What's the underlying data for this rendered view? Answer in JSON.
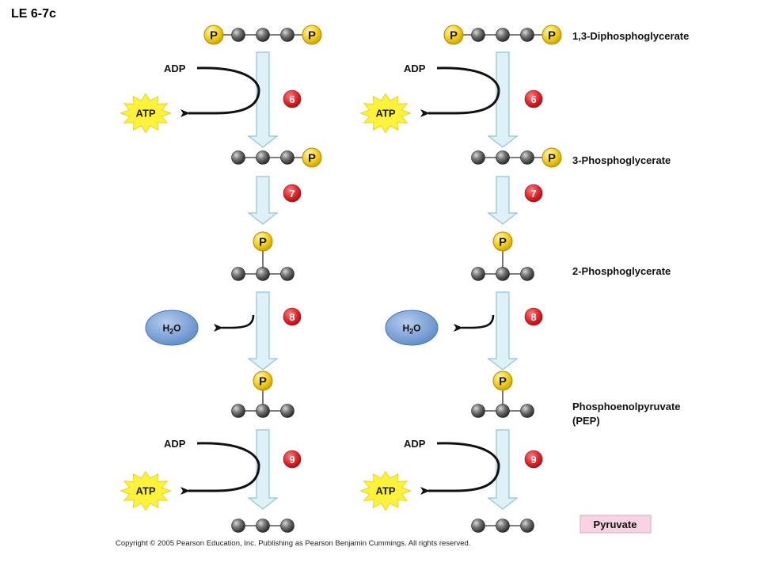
{
  "title": "LE 6-7c",
  "compounds": {
    "c1": "1,3-Diphosphoglycerate",
    "c2": "3-Phosphoglycerate",
    "c3": "2-Phosphoglycerate",
    "c4_line1": "Phosphoenolpyruvate",
    "c4_line2": "(PEP)",
    "c5": "Pyruvate"
  },
  "cofactors": {
    "adp": "ADP",
    "atp": "ATP",
    "h2o": "H",
    "h2o_sub": "2",
    "h2o_end": "O"
  },
  "phosphate_label": "P",
  "steps": [
    "6",
    "7",
    "8",
    "9"
  ],
  "copyright": "Copyright © 2005 Pearson Education, Inc. Publishing as Pearson Benjamin Cummings. All rights reserved.",
  "colors": {
    "phosphate": "#f7d21c",
    "carbon": "#555555",
    "arrow_fill": "#dff1f7",
    "arrow_stroke": "#8ec4d6",
    "step_badge": "#e0242b",
    "atp_burst": "#fff23a",
    "h2o_fill": "#7fa7dc",
    "pyruvate_box": "#f8d3e3"
  }
}
